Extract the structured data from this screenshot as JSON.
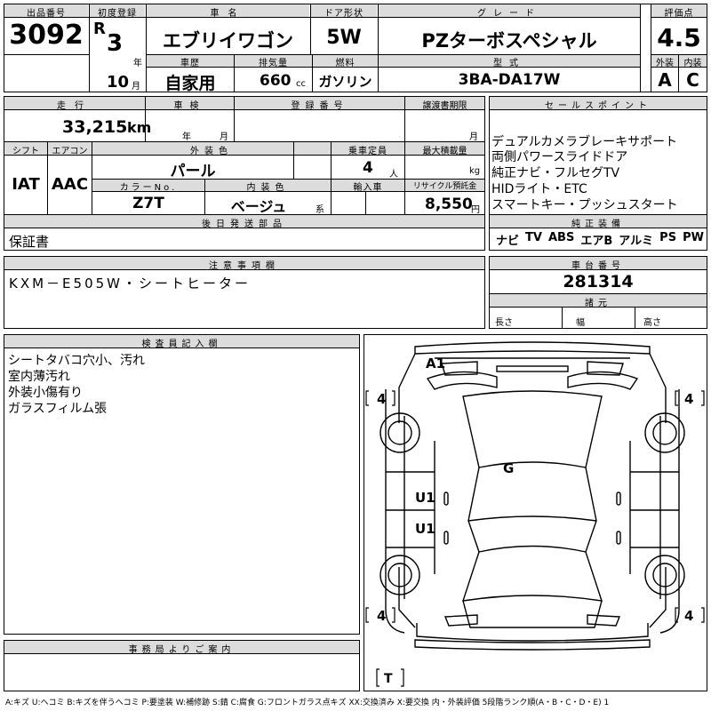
{
  "header": {
    "lot_number_label": "出品番号",
    "lot_number": "3092",
    "first_reg_label": "初度登録",
    "era": "R",
    "reg_year": "3",
    "year_unit": "年",
    "reg_month": "10",
    "month_unit": "月",
    "car_name_label": "車名",
    "car_name": "エブリイワゴン",
    "doors_label": "ドア形状",
    "doors": "5W",
    "grade_label": "グレード",
    "grade": "PZターボスペシャル",
    "score_label": "評価点",
    "score": "4.5",
    "history_label": "車歴",
    "history": "自家用",
    "displacement_label": "排気量",
    "displacement": "660",
    "displacement_unit": "cc",
    "fuel_label": "燃料",
    "fuel": "ガソリン",
    "model_label": "型式",
    "model": "3BA-DA17W",
    "exterior_label": "外装",
    "exterior_grade": "A",
    "interior_label": "内装",
    "interior_grade": "C"
  },
  "details": {
    "mileage_label": "走行",
    "mileage": "33,215",
    "mileage_unit": "km",
    "inspection_label": "車検",
    "year_unit": "年",
    "month_unit": "月",
    "registration_label": "登録番号",
    "transfer_label": "譲渡書期限",
    "shift_label": "シフト",
    "shift": "IAT",
    "ac_label": "エアコン",
    "ac": "AAC",
    "color_label": "外装色",
    "color": "パール",
    "capacity_label": "乗車定員",
    "capacity": "4",
    "capacity_unit": "人",
    "load_label": "最大積載量",
    "load_unit": "kg",
    "color_no_label": "カラーNo.",
    "color_no": "Z7T",
    "interior_color_label": "内装色",
    "interior_color": "ベージュ",
    "interior_color_suffix": "系",
    "import_label": "輸入車",
    "recycle_label": "リサイクル預託金",
    "recycle": "8,550",
    "recycle_unit": "円",
    "later_parts_label": "後日発送部品",
    "later_parts": "保証書"
  },
  "sales_points": {
    "label": "セールスポイント",
    "lines": [
      "デュアルカメラブレーキサポート",
      "両側パワースライドドア",
      "純正ナビ・フルセグTV",
      "HIDライト・ETC",
      "スマートキー・プッシュスタート"
    ],
    "equipment_label": "純正装備",
    "equipment": [
      "ナビ",
      "TV",
      "ABS",
      "エアB",
      "アルミ",
      "PS",
      "PW"
    ]
  },
  "notes": {
    "label": "注意事項欄",
    "text": "KXM－E505W・シートヒーター"
  },
  "chassis": {
    "label": "車台番号",
    "number": "281314",
    "dims_label": "諸元",
    "length_label": "長さ",
    "width_label": "幅",
    "height_label": "高さ"
  },
  "inspector": {
    "label": "検査員記入欄",
    "lines": [
      "シートタバコ穴小、汚れ",
      "室内薄汚れ",
      "外装小傷有り",
      "ガラスフィルム張"
    ]
  },
  "office": {
    "label": "事務局よりご案内"
  },
  "diagram": {
    "marks": [
      "A1",
      "G",
      "U1",
      "U1"
    ],
    "tire_fl": "4",
    "tire_fr": "4",
    "tire_rl": "4",
    "tire_rr": "4",
    "spare": "T"
  },
  "legend": "A:キズ U:ヘコミ B:キズを伴うヘコミ P:要塗装 W:補修跡 S:錆 C:腐食 G:フロントガラス点キズ XX:交換済み X:要交換 内・外装評価 5段階ランク順(A・B・C・D・E) 1"
}
